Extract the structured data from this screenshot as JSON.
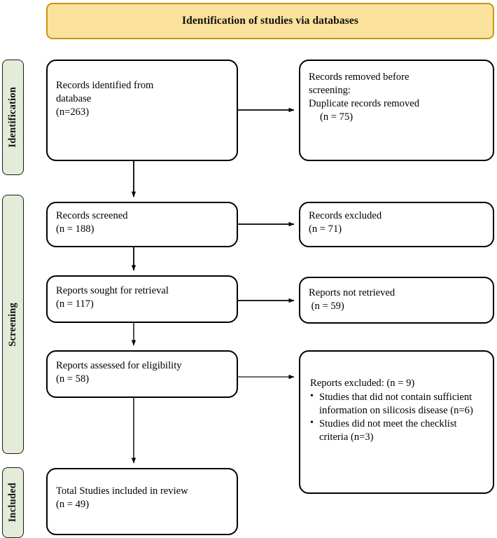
{
  "header": {
    "title": "Identification of studies via databases"
  },
  "stages": [
    {
      "id": "identification",
      "label": "Identification"
    },
    {
      "id": "screening",
      "label": "Screening"
    },
    {
      "id": "included",
      "label": "Included"
    }
  ],
  "boxes": {
    "identified": {
      "line1": "Records identified from",
      "line2": "database",
      "line3": "(n=263)"
    },
    "removed": {
      "line1": "Records removed before",
      "line2": "screening:",
      "line3": "Duplicate records removed",
      "line4": "(n = 75)"
    },
    "screened": {
      "line1": "Records screened",
      "line2": "(n = 188)"
    },
    "excluded": {
      "line1": "Records excluded",
      "line2": "(n = 71)"
    },
    "sought": {
      "line1": "Reports sought for retrieval",
      "line2": "(n = 117)"
    },
    "not_retrieved": {
      "line1": "Reports not retrieved",
      "line2": " (n = 59)"
    },
    "assessed": {
      "line1": "Reports assessed for eligibility",
      "line2": "(n = 58)"
    },
    "reports_excluded": {
      "heading": "Reports excluded: (n = 9)",
      "items": [
        "Studies that did not contain sufficient information on silicosis disease (n=6)",
        "Studies did not meet the checklist criteria (n=3)"
      ]
    },
    "included": {
      "line1": "Total Studies included in review",
      "line2": "(n = 49)"
    }
  },
  "colors": {
    "banner_fill": "#fae29d",
    "banner_border": "#c89612",
    "stage_fill": "#e3ecd9",
    "stage_border": "#1a1a1a",
    "box_border": "#000000",
    "box_fill": "#ffffff",
    "connector": "#000000"
  },
  "chart_data": {
    "type": "diagram",
    "title": "Identification of studies via databases",
    "flow": [
      {
        "stage": "Identification",
        "node": "Records identified from database",
        "n": 263
      },
      {
        "stage": "Identification",
        "node": "Duplicate records removed",
        "n": 75
      },
      {
        "stage": "Screening",
        "node": "Records screened",
        "n": 188
      },
      {
        "stage": "Screening",
        "node": "Records excluded",
        "n": 71
      },
      {
        "stage": "Screening",
        "node": "Reports sought for retrieval",
        "n": 117
      },
      {
        "stage": "Screening",
        "node": "Reports not retrieved",
        "n": 59
      },
      {
        "stage": "Screening",
        "node": "Reports assessed for eligibility",
        "n": 58
      },
      {
        "stage": "Screening",
        "node": "Reports excluded",
        "n": 9
      },
      {
        "stage": "Screening",
        "node": "Studies without sufficient information on silicosis disease",
        "n": 6
      },
      {
        "stage": "Screening",
        "node": "Studies not meeting checklist criteria",
        "n": 3
      },
      {
        "stage": "Included",
        "node": "Total Studies included in review",
        "n": 49
      }
    ]
  }
}
